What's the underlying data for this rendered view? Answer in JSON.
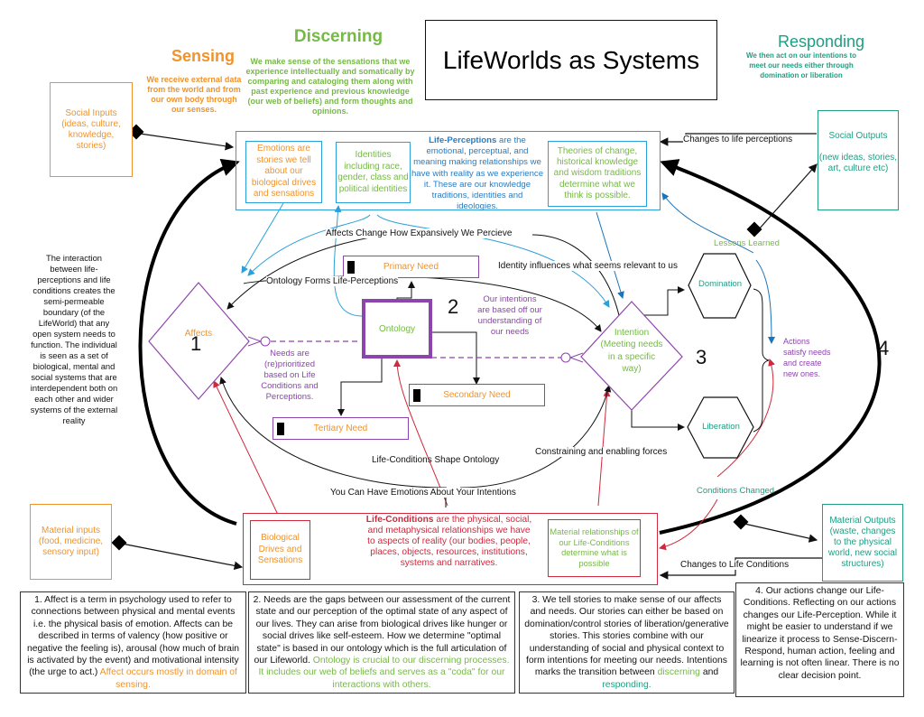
{
  "title": "LifeWorlds as Systems",
  "headers": {
    "sensing": {
      "label": "Sensing",
      "desc": "We receive external data from the world and from our own body through our senses."
    },
    "discerning": {
      "label": "Discerning",
      "desc": "We make sense of the sensations that we experience intellectually and somatically by comparing and cataloging them along with past experience and previous knowledge (our web of beliefs) and form thoughts and opinions."
    },
    "responding": {
      "label": "Responding",
      "desc": "We then act on our intentions to meet our needs either through domination or liberation"
    }
  },
  "inputs": {
    "social": "Social Inputs (ideas, culture, knowledge, stories)",
    "material": "Material inputs (food, medicine, sensory input)"
  },
  "outputs": {
    "social_title": "Social Outputs",
    "social_desc": "(new ideas, stories, art, culture etc)",
    "material": "Material Outputs (waste, changes to the physical world, new social structures)"
  },
  "life_perceptions": {
    "bold": "Life-Perceptions",
    "text": " are the emotional, perceptual, and meaning making relationships we have with reality as we experience it. These are our knowledge traditions, identities and ideologies.",
    "emotions": "Emotions are stories we tell about our biological drives and sensations",
    "identities": "Identities including race, gender, class and political identities",
    "theories": "Theories of change, historical knowledge and wisdom traditions determine what we think is possible."
  },
  "life_conditions": {
    "bold": "Life-Conditions",
    "text": " are the physical, social, and metaphysical relationships we have to aspects of reality (our bodies, people, places, objects, resources, institutions, systems and narratives.",
    "biological": "Biological Drives and Sensations",
    "material": "Material relationships of our Life-Conditions determine what is possible"
  },
  "boundary_text": "The interaction between life-perceptions and life conditions creates the semi-permeable boundary (of the LifeWorld) that any open system needs to function. The individual is seen as a set of biological, mental and social systems that are interdependent both on each other and wider systems of the external reality",
  "nodes": {
    "affects": "Affects",
    "ontology": "Ontology",
    "intention": "Intention (Meeting needs in a specific way)",
    "domination": "Domination",
    "liberation": "Liberation",
    "primary_need": "Primary Need",
    "secondary_need": "Secondary Need",
    "tertiary_need": "Tertiary Need"
  },
  "numbers": [
    "1",
    "2",
    "3",
    "4"
  ],
  "annotations": {
    "needs_reprioritized": "Needs are (re)prioritized based on Life Conditions and Perceptions.",
    "intentions_based": "Our intentions are based off our understanding of our needs",
    "actions_satisfy": "Actions satisfy needs and create new ones.",
    "lessons_learned": "Lessons Learned",
    "conditions_changed": "Conditions Changed"
  },
  "edge_labels": {
    "affects_change": "Affects Change How Expansively We Percieve",
    "ontology_forms": "Ontology Forms Life-Perceptions",
    "identity_influences": "Identity influences what seems relevant to us",
    "life_conditions_shape": "Life-Conditions Shape Ontology",
    "constraining": "Constraining and enabling forces",
    "emotions_intentions": "You Can Have Emotions About Your Intentions",
    "changes_perceptions": "Changes to life perceptions",
    "changes_conditions": "Changes to Life Conditions"
  },
  "notes": {
    "n1_main": "1. Affect is a term in psychology used to refer to connections between physical and mental events i.e. the physical basis of emotion. Affects can be described in terms of valency (how positive or negative the feeling is), arousal (how much of brain is activated by the event) and motivational intensity (the urge to act.) ",
    "n1_hl": "Affect occurs mostly in domain of sensing.",
    "n2_main": "2. Needs are the gaps between our assessment of the current state and our perception of the optimal state of any aspect of our lives. They can arise from biological drives like hunger or social drives like self-esteem. How we determine \"optimal state\" is based in our ontology which is the full articulation of our Lifeworld.  ",
    "n2_hl": "Ontology is crucial to our discerning processes. It includes our web of beliefs and serves as a \"coda\" for our interactions with others.",
    "n3_main": "3. We tell stories to make sense of our affects and needs. Our stories can either be based on domination/control stories of liberation/generative stories. This stories combine with our understanding of social and physical context to form intentions for meeting our needs. Intentions marks the transition between ",
    "n3_hl1": "discerning",
    "n3_and": " and ",
    "n3_hl2": "responding.",
    "n4": "4. Our actions change our Life-Conditions. Reflecting on our actions changes our Life-Perception. While it might be easier to understand if we linearize it process to Sense-Discern-Respond, human action, feeling and learning is not  often linear. There is no clear decision point."
  },
  "colors": {
    "sensing": "#f0932b",
    "discerning": "#76b947",
    "responding": "#1f9e82",
    "perceptions": "#2b9fd9",
    "conditions": "#d0283c",
    "needs": "#8e44ad"
  }
}
